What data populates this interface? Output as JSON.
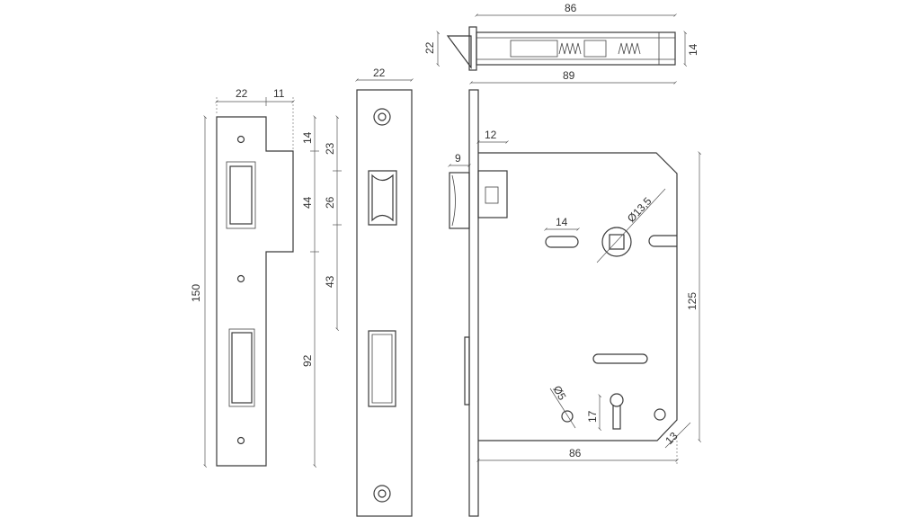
{
  "dimensions": {
    "strike_width": "22",
    "strike_lip": "11",
    "strike_height": "150",
    "strike_top_offset": "14",
    "strike_latch_opening": "44",
    "strike_bolt_center": "92",
    "faceplate_width": "22",
    "faceplate_latch_top": "23",
    "faceplate_latch_height": "26",
    "faceplate_bolt_offset": "43",
    "top_body_length": "86",
    "top_thickness": "22",
    "top_depth": "14",
    "top_overall": "89",
    "latch_projection": "12",
    "latch_width": "9",
    "handle_slot": "14",
    "spindle_diameter": "Ø13,5",
    "case_height": "125",
    "screw_hole": "Ø5",
    "keyhole_offset": "17",
    "backset_corner": "13",
    "backset": "86"
  },
  "colors": {
    "line": "#3a3a3a",
    "background": "#ffffff"
  }
}
